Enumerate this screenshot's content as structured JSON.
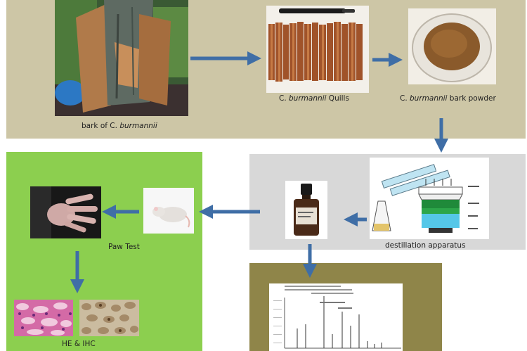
{
  "steps": {
    "bark": {
      "caption_pre": "bark of C. ",
      "caption_species": "burmannii",
      "caption_post": ""
    },
    "quills": {
      "caption_pre": "C. ",
      "caption_species": "burmannii",
      "caption_post": " Quills"
    },
    "powder": {
      "caption_pre": "C. ",
      "caption_species": "burmannii",
      "caption_post": " bark powder"
    },
    "distillation": {
      "caption": "destillation apparatus"
    },
    "paw_test": {
      "caption": "Paw Test"
    },
    "histology": {
      "caption": "HE & IHC"
    }
  },
  "colors": {
    "top_panel": "#cdc6a6",
    "mid_panel": "#d8d8d8",
    "green_panel": "#8ccf4f",
    "bottom_panel": "#8f8549",
    "arrow": "#3f6ea6"
  }
}
